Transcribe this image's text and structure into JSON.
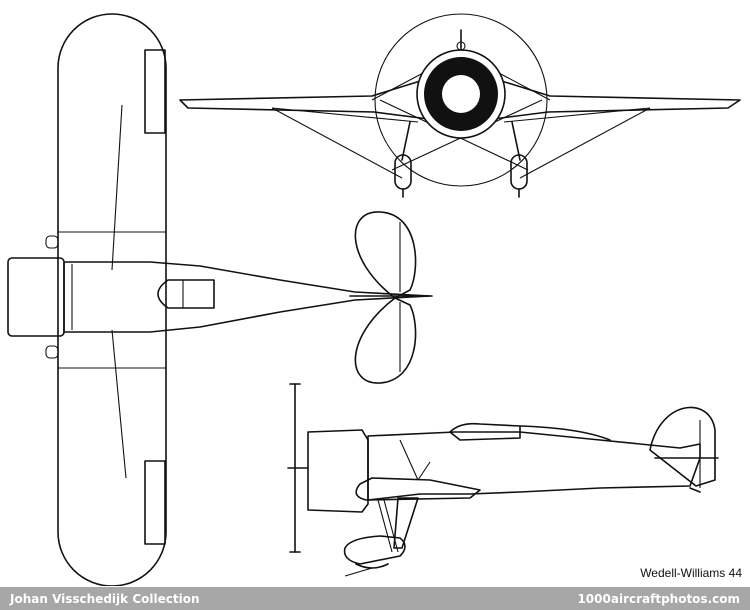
{
  "caption": "Wedell-Williams 44",
  "footer": {
    "collection": "Johan Visschedijk Collection",
    "site": "1000aircraftphotos.com"
  },
  "colors": {
    "line": "#111111",
    "background": "#ffffff",
    "footer_bar": "#a7a7a7",
    "footer_text": "#ffffff"
  }
}
